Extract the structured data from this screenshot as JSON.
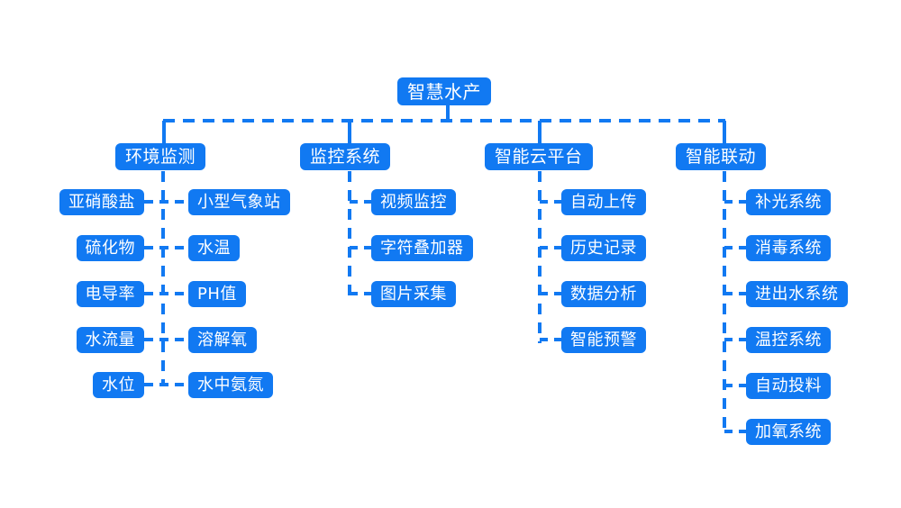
{
  "diagram": {
    "type": "tree-diagram",
    "title": "智慧水产",
    "orientation": "top-down",
    "colors": {
      "node_fill": "#1179f2",
      "node_text": "#ffffff",
      "connector": "#1179f2",
      "background": "#ffffff"
    },
    "root": {
      "label": "智慧水产"
    },
    "branches": [
      {
        "label": "环境监测",
        "layout": "two-column",
        "left_children": [
          {
            "label": "亚硝酸盐"
          },
          {
            "label": "硫化物"
          },
          {
            "label": "电导率"
          },
          {
            "label": "水流量"
          },
          {
            "label": "水位"
          }
        ],
        "right_children": [
          {
            "label": "小型气象站"
          },
          {
            "label": "水温"
          },
          {
            "label": "PH值"
          },
          {
            "label": "溶解氧"
          },
          {
            "label": "水中氨氮"
          }
        ]
      },
      {
        "label": "监控系统",
        "layout": "single-column",
        "children": [
          {
            "label": "视频监控"
          },
          {
            "label": "字符叠加器"
          },
          {
            "label": "图片采集"
          }
        ]
      },
      {
        "label": "智能云平台",
        "layout": "single-column",
        "children": [
          {
            "label": "自动上传"
          },
          {
            "label": "历史记录"
          },
          {
            "label": "数据分析"
          },
          {
            "label": "智能预警"
          }
        ]
      },
      {
        "label": "智能联动",
        "layout": "single-column",
        "children": [
          {
            "label": "补光系统"
          },
          {
            "label": "消毒系统"
          },
          {
            "label": "进出水系统"
          },
          {
            "label": "温控系统"
          },
          {
            "label": "自动投料"
          },
          {
            "label": "加氧系统"
          }
        ]
      }
    ]
  }
}
